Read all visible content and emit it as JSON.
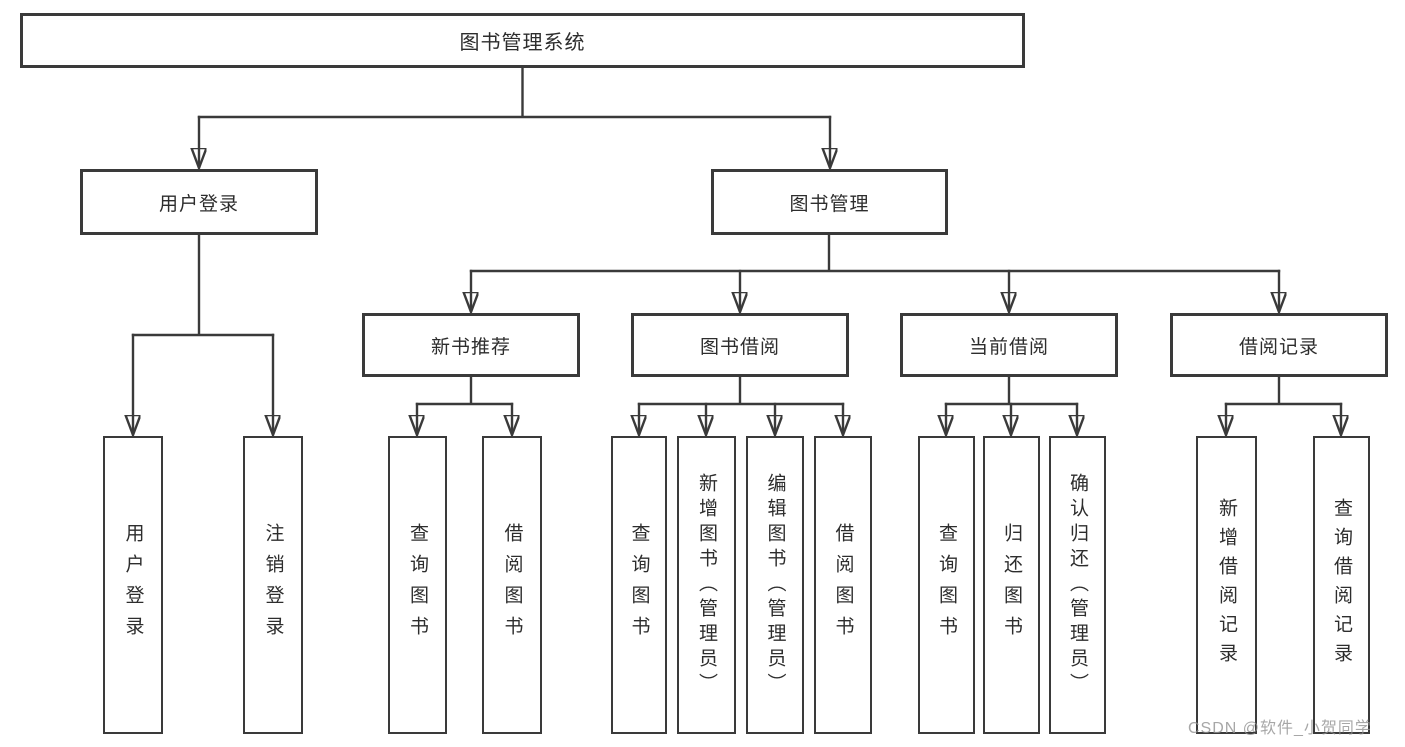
{
  "page": {
    "watermark": "CSDN @软件_小贺同学",
    "colors": {
      "line": "#3a3a3a",
      "box_border": "#3a3a3a",
      "text": "#2d2d2d",
      "watermark": "#919191",
      "background": "#ffffff"
    }
  },
  "diagram": {
    "type": "hierarchy-structure-chart",
    "root": {
      "label": "图书管理系统",
      "children": [
        {
          "label": "用户登录",
          "children": [
            {
              "label": "用户登录"
            },
            {
              "label": "注销登录"
            }
          ]
        },
        {
          "label": "图书管理",
          "children": [
            {
              "label": "新书推荐",
              "children": [
                {
                  "label": "查询图书"
                },
                {
                  "label": "借阅图书"
                }
              ]
            },
            {
              "label": "图书借阅",
              "children": [
                {
                  "label": "查询图书"
                },
                {
                  "label": "新增图书（管理员）"
                },
                {
                  "label": "编辑图书（管理员）"
                },
                {
                  "label": "借阅图书"
                }
              ]
            },
            {
              "label": "当前借阅",
              "children": [
                {
                  "label": "查询图书"
                },
                {
                  "label": "归还图书"
                },
                {
                  "label": "确认归还（管理员）"
                }
              ]
            },
            {
              "label": "借阅记录",
              "children": [
                {
                  "label": "新增借阅记录"
                },
                {
                  "label": "查询借阅记录"
                }
              ]
            }
          ]
        }
      ]
    }
  }
}
